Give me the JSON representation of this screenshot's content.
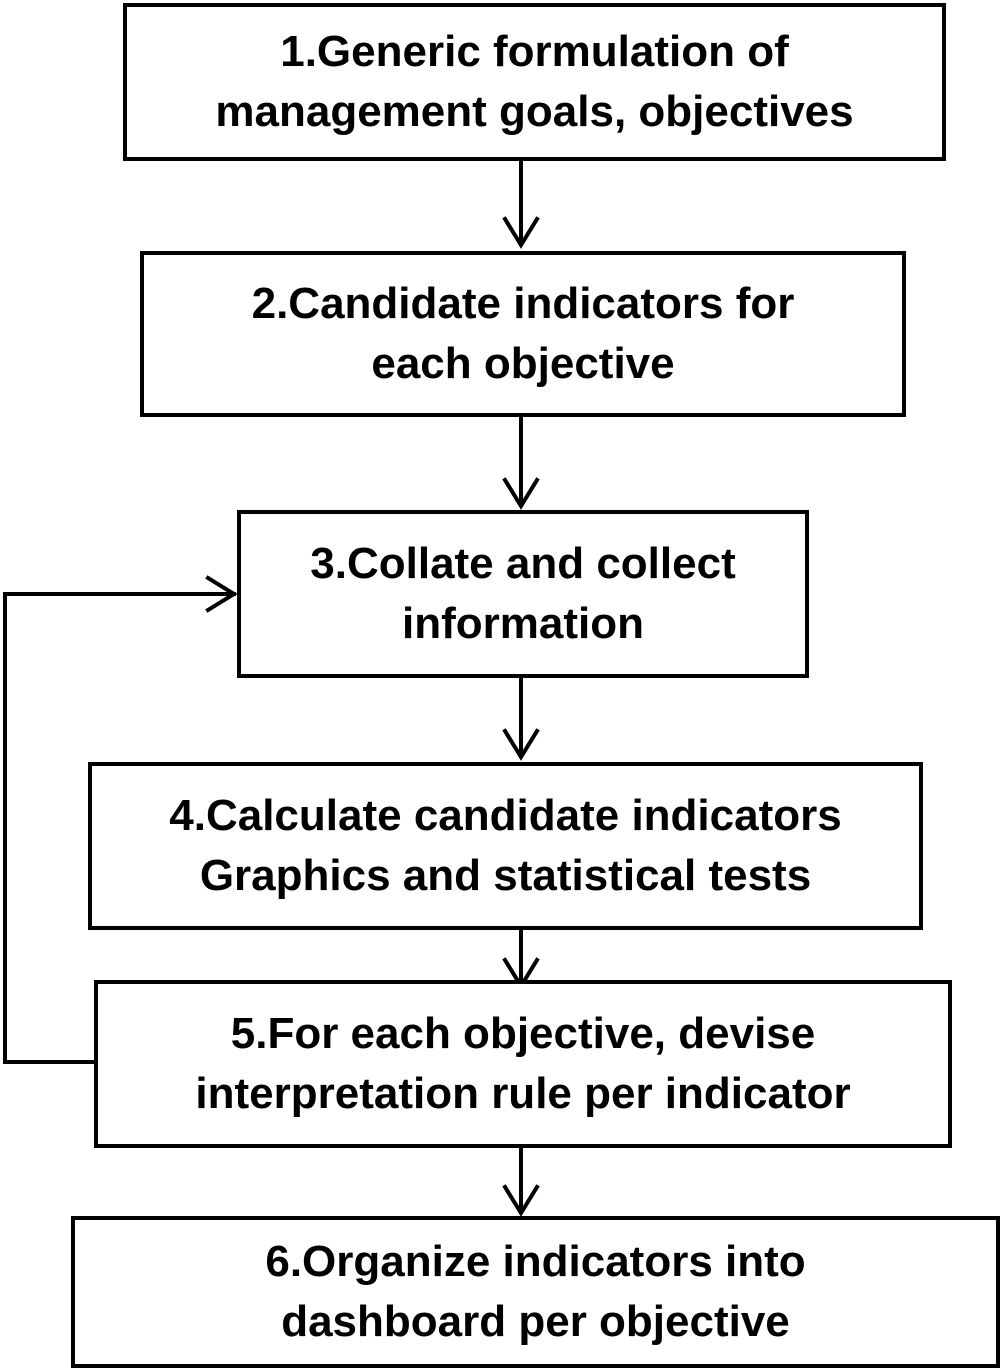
{
  "diagram": {
    "colors": {
      "stroke": "#000000",
      "background": "#ffffff",
      "text": "#000000"
    },
    "steps": [
      {
        "id": "1",
        "lines": [
          "1.Generic formulation of",
          "management goals, objectives"
        ]
      },
      {
        "id": "2",
        "lines": [
          "2.Candidate indicators for",
          "each objective"
        ]
      },
      {
        "id": "3",
        "lines": [
          "3.Collate and collect",
          "information"
        ]
      },
      {
        "id": "4",
        "lines": [
          "4.Calculate candidate indicators",
          "Graphics and statistical tests"
        ]
      },
      {
        "id": "5",
        "lines": [
          "5.For each objective, devise",
          "interpretation rule per indicator"
        ]
      },
      {
        "id": "6",
        "lines": [
          "6.Organize indicators into",
          "dashboard per objective"
        ]
      }
    ],
    "connections": [
      {
        "from": "1",
        "to": "2"
      },
      {
        "from": "2",
        "to": "3"
      },
      {
        "from": "3",
        "to": "4"
      },
      {
        "from": "4",
        "to": "5"
      },
      {
        "from": "5",
        "to": "6"
      },
      {
        "from": "5",
        "to": "3",
        "kind": "feedback-loop"
      }
    ]
  }
}
